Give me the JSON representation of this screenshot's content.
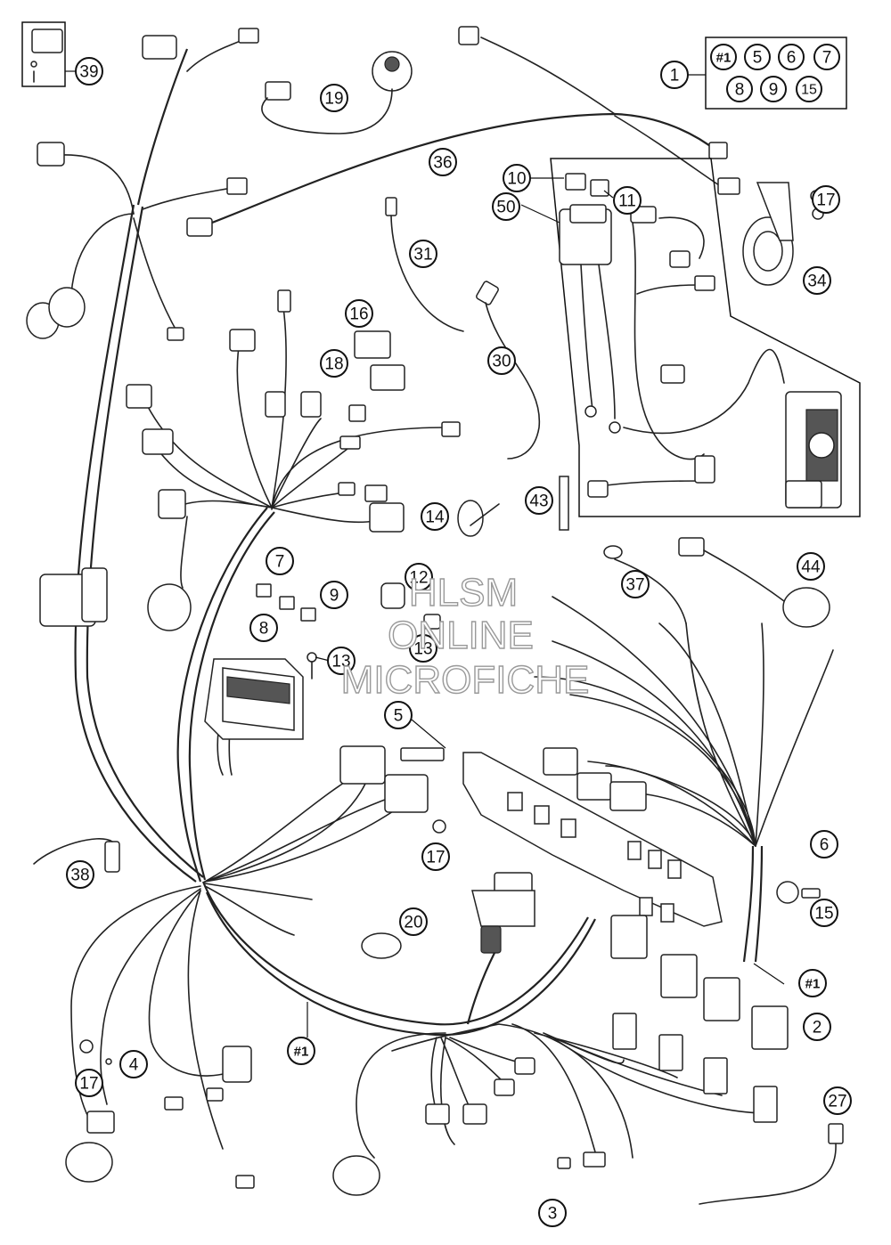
{
  "callouts": {
    "c1": "1",
    "c2": "2",
    "c3": "3",
    "c4": "4",
    "c5": "5",
    "c6": "6",
    "c7": "7",
    "c8": "8",
    "c9": "9",
    "c10": "10",
    "c11": "11",
    "c12": "12",
    "c13a": "13",
    "c13b": "13",
    "c14": "14",
    "c15": "15",
    "c16": "16",
    "c17a": "17",
    "c17b": "17",
    "c17c": "17",
    "c18": "18",
    "c19": "19",
    "c20": "20",
    "c27": "27",
    "c30": "30",
    "c31": "31",
    "c34": "34",
    "c36": "36",
    "c37": "37",
    "c38": "38",
    "c39": "39",
    "c43": "43",
    "c44": "44",
    "c50": "50",
    "h1a": "#1",
    "h1b": "#1"
  },
  "kit_box": {
    "items": [
      "#1",
      "5",
      "6",
      "7",
      "8",
      "9",
      "15"
    ]
  },
  "watermark": {
    "line1": "HLSM",
    "line2": "ONLINE",
    "line3": "MICROFICHE"
  }
}
